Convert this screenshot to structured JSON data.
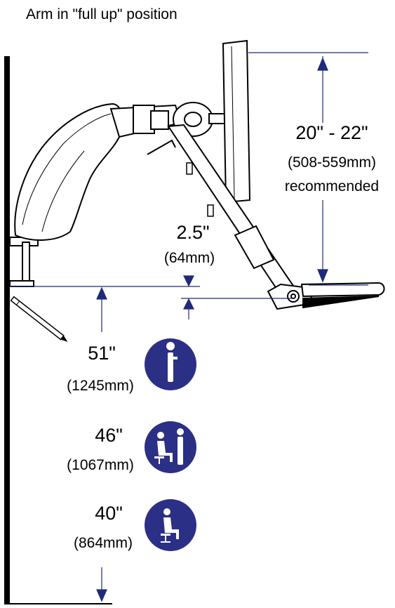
{
  "caption": "Arm in \"full up\" position",
  "dimensions": {
    "monitor_height": {
      "value": "20\" - 22\"",
      "metric": "(508-559mm)",
      "note": "recommended"
    },
    "clearance": {
      "value": "2.5\"",
      "metric": "(64mm)"
    }
  },
  "positions": [
    {
      "value": "51\"",
      "metric": "(1245mm)",
      "icon": "standing-person-icon"
    },
    {
      "value": "46\"",
      "metric": "(1067mm)",
      "icon": "sit-stand-person-icon"
    },
    {
      "value": "40\"",
      "metric": "(864mm)",
      "icon": "seated-person-icon"
    }
  ],
  "colors": {
    "dimension_line": "#1f2a7a",
    "badge": "#2b2f86",
    "outline": "#000000",
    "arm_fill": "#ffffff"
  }
}
